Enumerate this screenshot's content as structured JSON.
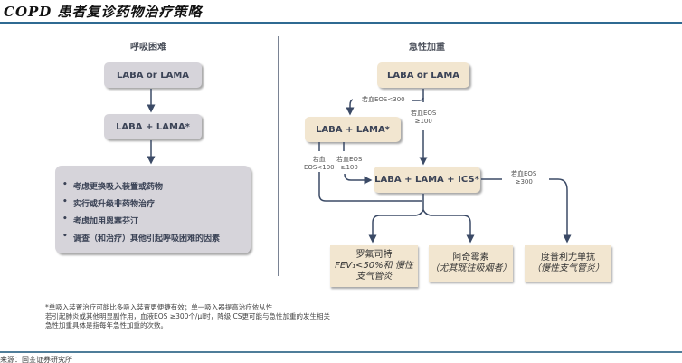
{
  "page": {
    "title": "COPD 患者复诊药物治疗策略",
    "footer": "来源：国金证券研究所"
  },
  "left": {
    "title": "呼吸困难",
    "box1": "LABA or LAMA",
    "box2": "LABA + LAMA*",
    "bullets": [
      "考虑更换吸入装置或药物",
      "实行或升级非药物治疗",
      "考虑加用恩塞芬汀",
      "调查（和治疗）其他引起呼吸困难的因素"
    ],
    "bullet_glyph": "•"
  },
  "right": {
    "title": "急性加重",
    "box1": "LABA or LAMA",
    "box2": "LABA + LAMA*",
    "box3": "LABA + LAMA + ICS*",
    "labels": {
      "eos_lt300": "若血EOS<300",
      "eos_ge100_a": [
        "若血EOS",
        "≥100"
      ],
      "eos_lt100": [
        "若血",
        "EOS<100"
      ],
      "eos_ge100_b": [
        "若血EOS",
        "≥100"
      ],
      "eos_ge300": [
        "若血EOS",
        "≥300"
      ]
    },
    "outcomes": [
      {
        "line1": "罗氟司特",
        "line2": "FEV₁<50%和 慢性",
        "line3": "支气管炎"
      },
      {
        "line1": "阿奇霉素",
        "line2": "（尤其既往吸烟者）"
      },
      {
        "line1": "度普利尤单抗",
        "line2": "（慢性支气管炎）"
      }
    ]
  },
  "notes": [
    "*单吸入装置治疗可能比多吸入装置更便捷有效；单一吸入器提高治疗依从性",
    "若引起肺炎或其他明显副作用，血液EOS ≥300个/μl时，降级ICS更可能与急性加重的发生相关",
    "急性加重具体是指每年急性加重的次数。"
  ],
  "colors": {
    "rule": "#2f6a92",
    "gray_box": "#d6d4da",
    "beige_box": "#f2e6d0",
    "arrow": "#3b4a66"
  }
}
